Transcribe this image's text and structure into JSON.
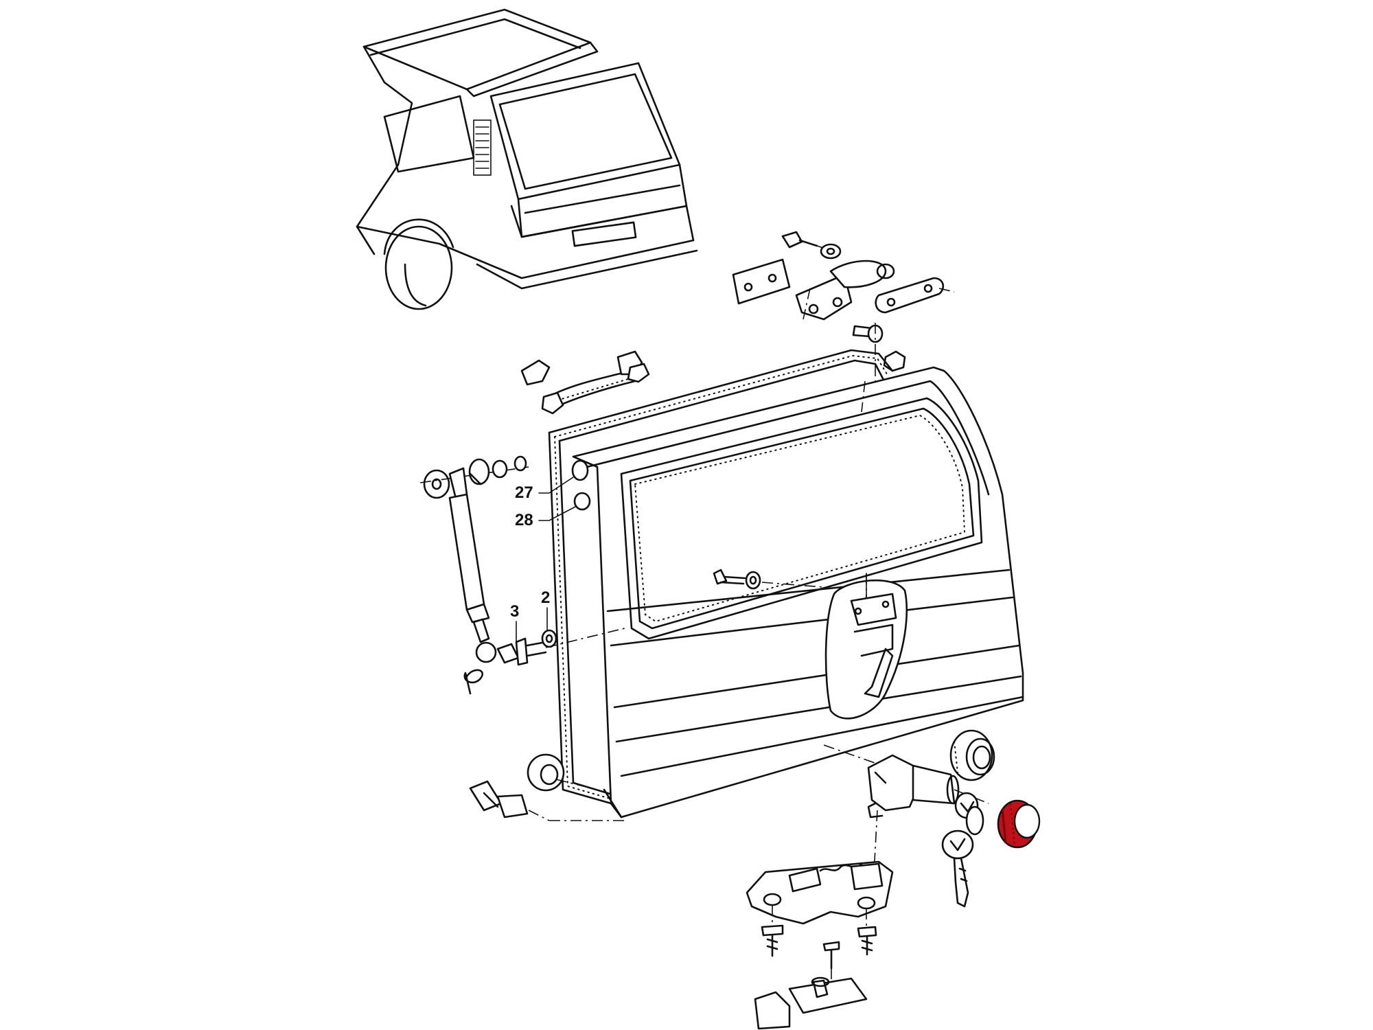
{
  "callouts": [
    {
      "id": "27",
      "label": "27"
    },
    {
      "id": "28",
      "label": "28"
    },
    {
      "id": "3",
      "label": "3"
    },
    {
      "id": "2",
      "label": "2"
    }
  ],
  "colors": {
    "line": "#111111",
    "background": "#ffffff",
    "highlight": "#c0101a"
  },
  "highlighted_part": "lock-cylinder-seal-ring"
}
